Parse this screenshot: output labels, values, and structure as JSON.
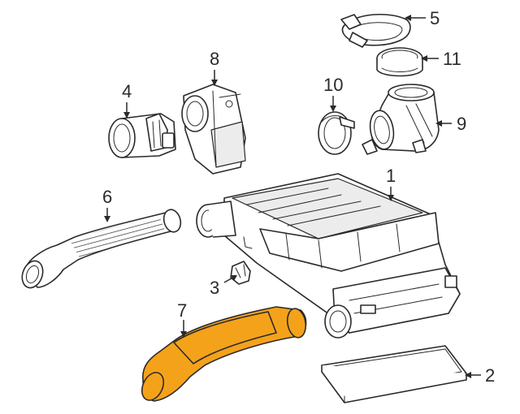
{
  "colors": {
    "highlight": "#f5a21b",
    "line": "#2a2a2a",
    "background": "#ffffff"
  },
  "highlighted_part": "7",
  "callouts": [
    {
      "id": "c1",
      "label": "1"
    },
    {
      "id": "c2",
      "label": "2"
    },
    {
      "id": "c3",
      "label": "3"
    },
    {
      "id": "c4",
      "label": "4"
    },
    {
      "id": "c5",
      "label": "5"
    },
    {
      "id": "c6",
      "label": "6"
    },
    {
      "id": "c7",
      "label": "7"
    },
    {
      "id": "c8",
      "label": "8"
    },
    {
      "id": "c9",
      "label": "9"
    },
    {
      "id": "c10",
      "label": "10"
    },
    {
      "id": "c11",
      "label": "11"
    }
  ]
}
